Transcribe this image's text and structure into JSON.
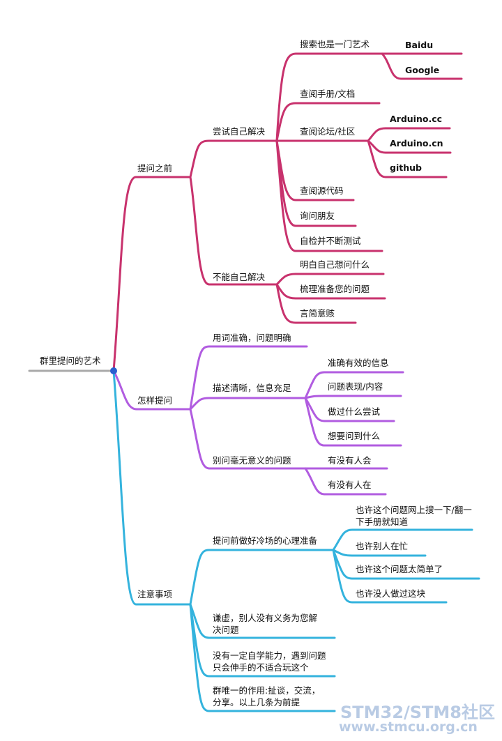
{
  "colors": {
    "root": "#a9a9a9",
    "pink": "#c8326d",
    "purple": "#b15ce0",
    "blue": "#34b3dd",
    "dot": "#2a5fd0",
    "watermark": "#b9cbe4"
  },
  "root": {
    "label": "群里提问的艺术"
  },
  "branches": {
    "before": {
      "label": "提问之前",
      "try_self": {
        "label": "尝试自己解决",
        "search": {
          "label": "搜索也是一门艺术",
          "baidu": "Baidu",
          "google": "Google"
        },
        "manual": "查阅手册/文档",
        "forum": {
          "label": "查阅论坛/社区",
          "arduino_cc": "Arduino.cc",
          "arduino_cn": "Arduino.cn",
          "github": "github"
        },
        "source": "查阅源代码",
        "friends": "询问朋友",
        "selfcheck": "自检并不断测试"
      },
      "cannot_solve": {
        "label": "不能自己解决",
        "items": [
          "明白自己想问什么",
          "梳理准备您的问题",
          "言简意赅"
        ]
      }
    },
    "how": {
      "label": "怎样提问",
      "accurate": "用词准确，问题明确",
      "describe": {
        "label": "描述清晰，信息充足",
        "items": [
          "准确有效的信息",
          "问题表现/内容",
          "做过什么尝试",
          "想要问到什么"
        ]
      },
      "meaningless": {
        "label": "别问毫无意义的问题",
        "items": [
          "有没有人会",
          "有没有人在"
        ]
      }
    },
    "notes": {
      "label": "注意事项",
      "prepare": {
        "label": "提问前做好冷场的心理准备",
        "items": [
          "也许这个问题网上搜一下/翻一下手册就知道",
          "也许别人在忙",
          "也许这个问题太简单了",
          "也许没人做过这块"
        ]
      },
      "humble": "谦虚，别人没有义务为您解决问题",
      "selflearn": "没有一定自学能力，遇到问题只会伸手的不适合玩这个",
      "purpose": "群唯一的作用:扯谈，交流，分享。以上几条为前提"
    }
  },
  "watermark": {
    "line1": "STM32/STM8社区",
    "line2": "www.stmcu.org.cn"
  }
}
